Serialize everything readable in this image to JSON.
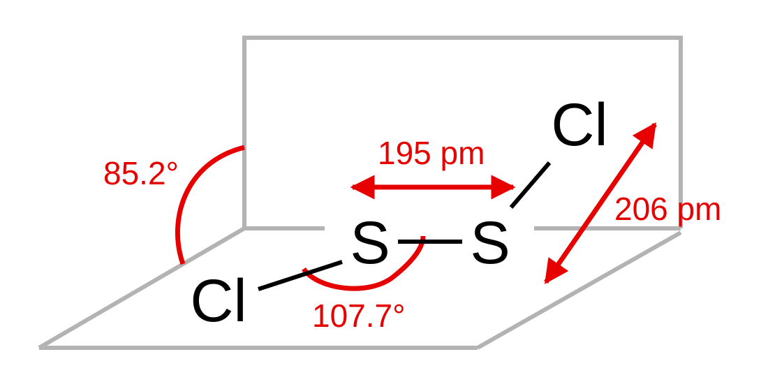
{
  "colors": {
    "plane": "#b3b3b3",
    "bond": "#000000",
    "annotation": "#e60000"
  },
  "atoms": {
    "sulfur_left": "S",
    "sulfur_right": "S",
    "chlorine_left": "Cl",
    "chlorine_right": "Cl"
  },
  "measurements": {
    "dihedral_angle": "85.2°",
    "bond_angle": "107.7°",
    "s_s_bond_length": "195 pm",
    "s_cl_bond_length": "206 pm"
  }
}
